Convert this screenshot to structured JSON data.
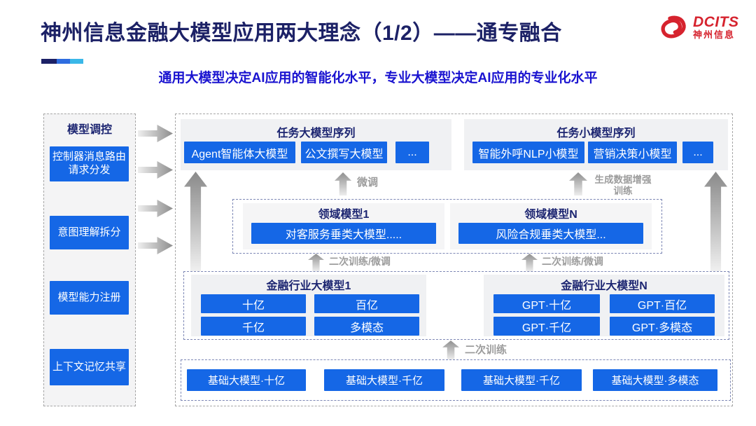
{
  "header": {
    "title": "神州信息金融大模型应用两大理念（1/2）——通专融合",
    "subtitle": "通用大模型决定AI应用的智能化水平，专业大模型决定AI应用的专业化水平",
    "logo": {
      "brand_en": "DCITS",
      "brand_cn": "神州信息"
    }
  },
  "colors": {
    "accent_blue": "#1567e6",
    "title_navy": "#1c2166",
    "subtitle_blue": "#1a13d0",
    "logo_red": "#d6232e",
    "label_gray": "#9c9c9c",
    "underline_segments": [
      "#1c2166",
      "#2e6de0",
      "#3ab7e8"
    ]
  },
  "sidebar": {
    "title": "模型调控",
    "items": [
      "控制器消息路由请求分发",
      "意图理解拆分",
      "模型能力注册",
      "上下文记忆共享"
    ]
  },
  "task_large": {
    "title": "任务大模型序列",
    "items": [
      "Agent智能体大模型",
      "公文撰写大模型",
      "..."
    ]
  },
  "task_small": {
    "title": "任务小模型序列",
    "items": [
      "智能外呼NLP小模型",
      "营销决策小模型",
      "..."
    ]
  },
  "flow_labels": {
    "finetune": "微调",
    "augment_line1": "生成数据增强",
    "augment_line2": "训练",
    "retrain_finetune_left": "二次训练/微调",
    "retrain_finetune_right": "二次训练/微调",
    "retrain": "二次训练"
  },
  "domain_layer": {
    "groups": [
      {
        "title": "领域模型1",
        "item": "对客服务垂类大模型....."
      },
      {
        "title": "领域模型N",
        "item": "风险合规垂类大模型..."
      }
    ]
  },
  "industry_layer": {
    "groups": [
      {
        "title": "金融行业大模型1",
        "items": [
          "十亿",
          "百亿",
          "千亿",
          "多模态"
        ]
      },
      {
        "title": "金融行业大模型N",
        "items": [
          "GPT·十亿",
          "GPT·百亿",
          "GPT·千亿",
          "GPT·多模态"
        ]
      }
    ]
  },
  "base_layer": {
    "items": [
      "基础大模型·十亿",
      "基础大模型·千亿",
      "基础大模型·千亿",
      "基础大模型·多模态"
    ]
  }
}
